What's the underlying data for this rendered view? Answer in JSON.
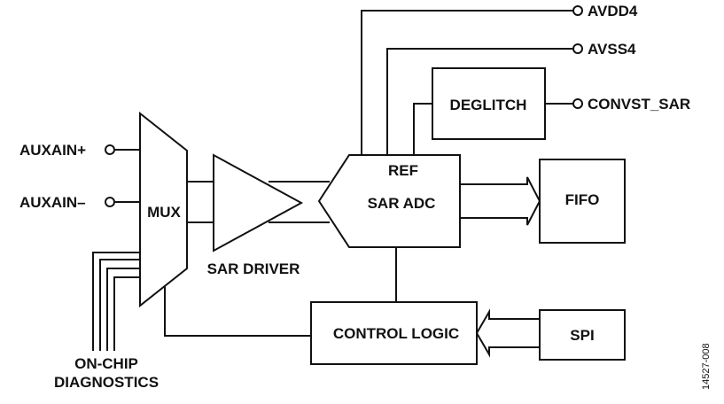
{
  "pins": {
    "avdd4": "AVDD4",
    "avss4": "AVSS4",
    "convst_sar": "CONVST_SAR",
    "auxain_plus": "AUXAIN+",
    "auxain_minus": "AUXAIN–"
  },
  "blocks": {
    "deglitch": "DEGLITCH",
    "mux": "MUX",
    "sar_driver": "SAR DRIVER",
    "ref": "REF",
    "sar_adc": "SAR ADC",
    "fifo": "FIFO",
    "control_logic": "CONTROL LOGIC",
    "spi": "SPI"
  },
  "labels": {
    "on_chip_line1": "ON-CHIP",
    "on_chip_line2": "DIAGNOSTICS"
  },
  "figure_id": "14527-008"
}
